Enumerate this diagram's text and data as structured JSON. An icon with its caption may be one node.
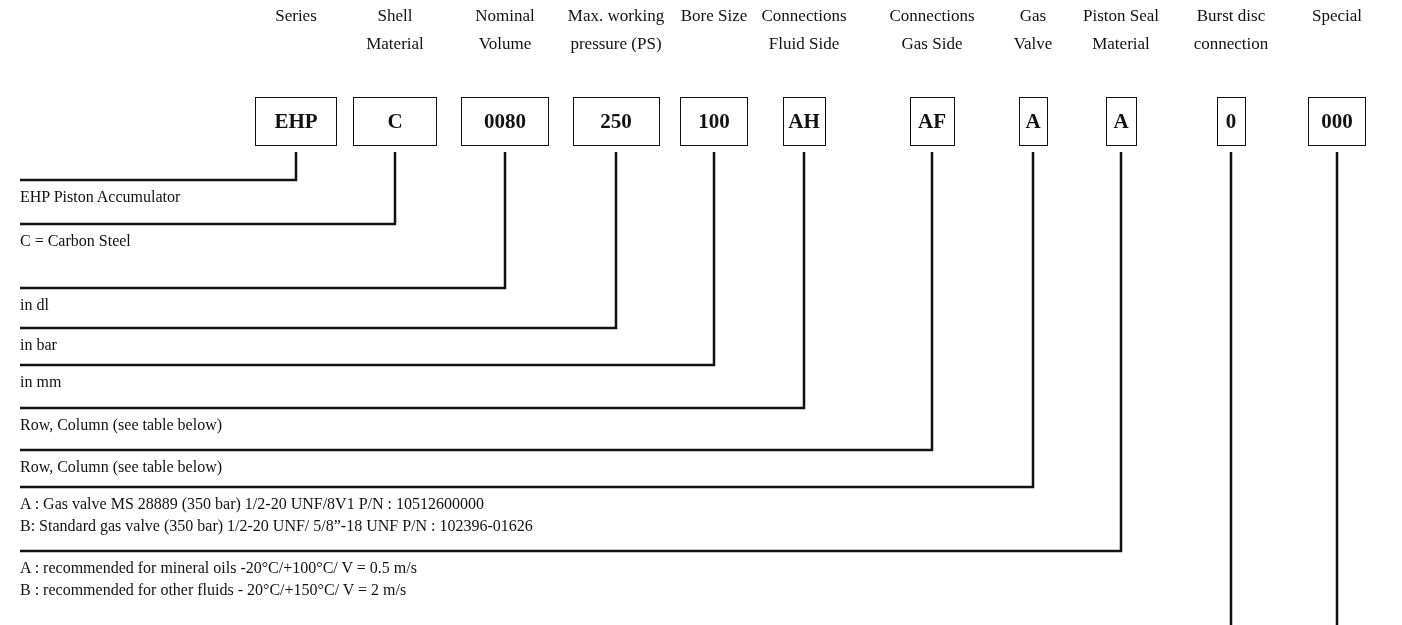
{
  "diagram": {
    "nodes": [
      {
        "text": [
          "Series",
          "EHP"
        ]
      },
      {
        "text": [
          "Shell Material",
          "C"
        ]
      },
      {
        "text": [
          "Nominal Volume",
          "0080"
        ]
      },
      {
        "text": [
          "Max. working pressure (PS)",
          "250"
        ]
      },
      {
        "text": [
          "Bore Size",
          "100"
        ]
      },
      {
        "text": [
          "Connections Fluid Side",
          "AH"
        ]
      },
      {
        "text": [
          "Connections Gas Side",
          "AF"
        ]
      },
      {
        "text": [
          "Gas Valve",
          "A"
        ]
      },
      {
        "text": [
          "Piston Seal Material",
          "A"
        ]
      },
      {
        "text": [
          "Burst disc connection",
          "0"
        ]
      },
      {
        "text": [
          "Special",
          "000"
        ]
      },
      {
        "text": [
          "EHP Piston Accumulator"
        ]
      },
      {
        "text": [
          "C = Carbon Steel"
        ]
      },
      {
        "text": [
          "in dl"
        ]
      },
      {
        "text": [
          "in bar"
        ]
      },
      {
        "text": [
          "in mm"
        ]
      },
      {
        "text": [
          "Row, Column (see table below)"
        ]
      },
      {
        "text": [
          "Row, Column (see table below)"
        ]
      },
      {
        "text": [
          "A : Gas valve MS 28889 (350 bar) 1/2-20 UNF/8V1 P/N : 10512600000",
          "B: Standard gas valve (350 bar) 1/2-20 UNF/ 5/8”-18 UNF P/N : 102396-01626"
        ]
      },
      {
        "text": [
          "A : recommended for mineral oils -20°C/+100°C/ V = 0.5 m/s",
          "B : recommended for other fluids - 20°C/+150°C/ V = 2 m/s"
        ]
      }
    ],
    "edges": [
      {
        "from": 0,
        "to": 11,
        "arrow": "none"
      },
      {
        "from": 1,
        "to": 12,
        "arrow": "none"
      },
      {
        "from": 2,
        "to": 13,
        "arrow": "none"
      },
      {
        "from": 3,
        "to": 14,
        "arrow": "none"
      },
      {
        "from": 4,
        "to": 15,
        "arrow": "none"
      },
      {
        "from": 5,
        "to": 16,
        "arrow": "none"
      },
      {
        "from": 6,
        "to": 17,
        "arrow": "none"
      },
      {
        "from": 7,
        "to": 18,
        "arrow": "none"
      },
      {
        "from": 8,
        "to": 19,
        "arrow": "none"
      },
      {
        "from": 9,
        "to": null,
        "arrow": "none"
      },
      {
        "from": 10,
        "to": null,
        "arrow": "none"
      }
    ]
  }
}
